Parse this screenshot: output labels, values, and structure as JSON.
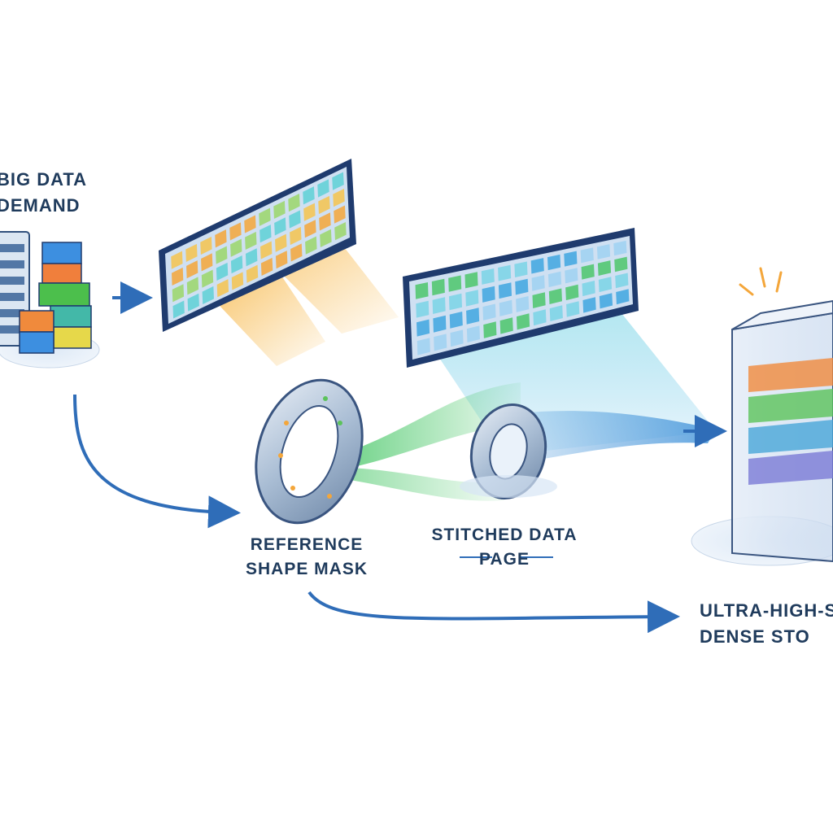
{
  "labels": {
    "big_data": [
      "BIG DATA",
      "DEMAND"
    ],
    "reference": [
      "REFERENCE",
      "SHAPE MASK"
    ],
    "stitched": [
      "STITCHED DATA",
      "PAGE"
    ],
    "storage": [
      "ULTRA-HIGH-S",
      "DENSE STO"
    ]
  },
  "colors": {
    "arrow": "#2f6db8",
    "panel_frame": "#1f3b6e",
    "panel_fill": "#cfe0f2",
    "beam_orange": "#f4a63a",
    "beam_green": "#43c46b",
    "beam_blue": "#3b8fd8",
    "ring": "#9fb4cc",
    "storage_glass": "#dbe7f5"
  },
  "panels": [
    {
      "name": "panel-1",
      "rows": 4,
      "cols": 12,
      "palette": [
        "#f6c34d",
        "#f4a63a",
        "#9bd66a",
        "#5ed0d6"
      ]
    },
    {
      "name": "panel-2",
      "rows": 4,
      "cols": 13,
      "palette": [
        "#4cc66b",
        "#7ad4e6",
        "#3fa6e0",
        "#9fd1f2"
      ]
    }
  ],
  "storage_layers": [
    "#f08a3c",
    "#5bc35a",
    "#49a6d8",
    "#7a7ad6"
  ]
}
